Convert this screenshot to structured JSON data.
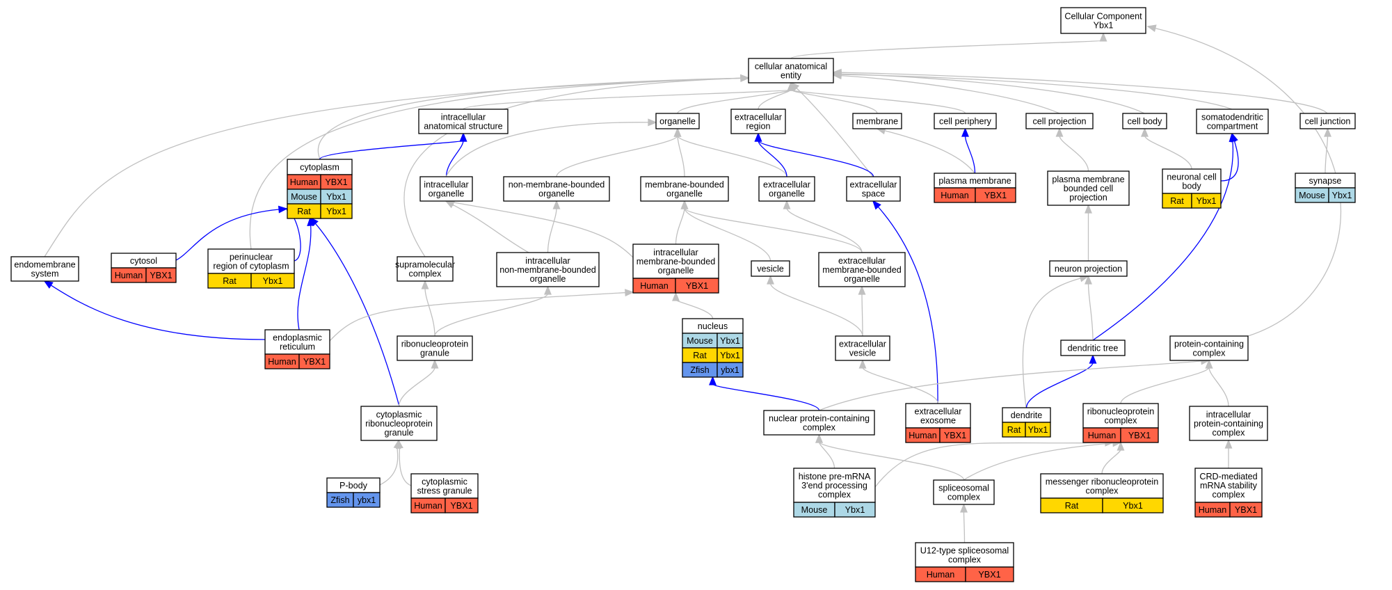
{
  "colors": {
    "Human": "#ff6347",
    "Mouse": "#add8e6",
    "Rat": "#ffd700",
    "Zfish": "#6495ed",
    "edge_default": "#c0c0c0",
    "edge_highlight": "#0000ff"
  },
  "nodes": [
    {
      "id": "cc",
      "lines": [
        "Cellular Component",
        "Ybx1"
      ],
      "tags": []
    },
    {
      "id": "cae",
      "lines": [
        "cellular anatomical",
        "entity"
      ],
      "tags": []
    },
    {
      "id": "ias",
      "lines": [
        "intracellular",
        "anatomical structure"
      ],
      "tags": []
    },
    {
      "id": "organelle",
      "lines": [
        "organelle"
      ],
      "tags": []
    },
    {
      "id": "extreg",
      "lines": [
        "extracellular",
        "region"
      ],
      "tags": []
    },
    {
      "id": "membrane",
      "lines": [
        "membrane"
      ],
      "tags": []
    },
    {
      "id": "cellper",
      "lines": [
        "cell periphery"
      ],
      "tags": []
    },
    {
      "id": "cellproj",
      "lines": [
        "cell projection"
      ],
      "tags": []
    },
    {
      "id": "cellbody",
      "lines": [
        "cell body"
      ],
      "tags": []
    },
    {
      "id": "somato",
      "lines": [
        "somatodendritic",
        "compartment"
      ],
      "tags": []
    },
    {
      "id": "celljunc",
      "lines": [
        "cell junction"
      ],
      "tags": []
    },
    {
      "id": "cytoplasm",
      "lines": [
        "cytoplasm"
      ],
      "tags": [
        [
          "Human",
          "YBX1"
        ],
        [
          "Mouse",
          "Ybx1"
        ],
        [
          "Rat",
          "Ybx1"
        ]
      ]
    },
    {
      "id": "intorg",
      "lines": [
        "intracellular",
        "organelle"
      ],
      "tags": []
    },
    {
      "id": "nmbo",
      "lines": [
        "non-membrane-bounded",
        "organelle"
      ],
      "tags": []
    },
    {
      "id": "mbo",
      "lines": [
        "membrane-bounded",
        "organelle"
      ],
      "tags": []
    },
    {
      "id": "extorg",
      "lines": [
        "extracellular",
        "organelle"
      ],
      "tags": []
    },
    {
      "id": "extspace",
      "lines": [
        "extracellular",
        "space"
      ],
      "tags": []
    },
    {
      "id": "plasmem",
      "lines": [
        "plasma membrane"
      ],
      "tags": [
        [
          "Human",
          "YBX1"
        ]
      ]
    },
    {
      "id": "pmbcp",
      "lines": [
        "plasma membrane",
        "bounded cell",
        "projection"
      ],
      "tags": []
    },
    {
      "id": "ncb",
      "lines": [
        "neuronal cell",
        "body"
      ],
      "tags": [
        [
          "Rat",
          "Ybx1"
        ]
      ]
    },
    {
      "id": "synapse",
      "lines": [
        "synapse"
      ],
      "tags": [
        [
          "Mouse",
          "Ybx1"
        ]
      ]
    },
    {
      "id": "endomem",
      "lines": [
        "endomembrane",
        "system"
      ],
      "tags": []
    },
    {
      "id": "cytosol",
      "lines": [
        "cytosol"
      ],
      "tags": [
        [
          "Human",
          "YBX1"
        ]
      ]
    },
    {
      "id": "perinuc",
      "lines": [
        "perinuclear",
        "region of cytoplasm"
      ],
      "tags": [
        [
          "Rat",
          "Ybx1"
        ]
      ]
    },
    {
      "id": "supramol",
      "lines": [
        "supramolecular",
        "complex"
      ],
      "tags": []
    },
    {
      "id": "inmbo",
      "lines": [
        "intracellular",
        "non-membrane-bounded",
        "organelle"
      ],
      "tags": []
    },
    {
      "id": "imbo",
      "lines": [
        "intracellular",
        "membrane-bounded",
        "organelle"
      ],
      "tags": [
        [
          "Human",
          "YBX1"
        ]
      ]
    },
    {
      "id": "vesicle",
      "lines": [
        "vesicle"
      ],
      "tags": []
    },
    {
      "id": "embo",
      "lines": [
        "extracellular",
        "membrane-bounded",
        "organelle"
      ],
      "tags": []
    },
    {
      "id": "neuproj",
      "lines": [
        "neuron projection"
      ],
      "tags": []
    },
    {
      "id": "er",
      "lines": [
        "endoplasmic",
        "reticulum"
      ],
      "tags": [
        [
          "Human",
          "YBX1"
        ]
      ]
    },
    {
      "id": "rnpgran",
      "lines": [
        "ribonucleoprotein",
        "granule"
      ],
      "tags": []
    },
    {
      "id": "nucleus",
      "lines": [
        "nucleus"
      ],
      "tags": [
        [
          "Mouse",
          "Ybx1"
        ],
        [
          "Rat",
          "Ybx1"
        ],
        [
          "Zfish",
          "ybx1"
        ]
      ]
    },
    {
      "id": "extves",
      "lines": [
        "extracellular",
        "vesicle"
      ],
      "tags": []
    },
    {
      "id": "dentree",
      "lines": [
        "dendritic tree"
      ],
      "tags": []
    },
    {
      "id": "pcc",
      "lines": [
        "protein-containing",
        "complex"
      ],
      "tags": []
    },
    {
      "id": "crnpg",
      "lines": [
        "cytoplasmic",
        "ribonucleoprotein",
        "granule"
      ],
      "tags": []
    },
    {
      "id": "npcc",
      "lines": [
        "nuclear protein-containing",
        "complex"
      ],
      "tags": []
    },
    {
      "id": "exosome",
      "lines": [
        "extracellular",
        "exosome"
      ],
      "tags": [
        [
          "Human",
          "YBX1"
        ]
      ]
    },
    {
      "id": "dendrite",
      "lines": [
        "dendrite"
      ],
      "tags": [
        [
          "Rat",
          "Ybx1"
        ]
      ]
    },
    {
      "id": "rnpc",
      "lines": [
        "ribonucleoprotein",
        "complex"
      ],
      "tags": [
        [
          "Human",
          "YBX1"
        ]
      ]
    },
    {
      "id": "ipcc",
      "lines": [
        "intracellular",
        "protein-containing",
        "complex"
      ],
      "tags": []
    },
    {
      "id": "pbody",
      "lines": [
        "P-body"
      ],
      "tags": [
        [
          "Zfish",
          "ybx1"
        ]
      ]
    },
    {
      "id": "csg",
      "lines": [
        "cytoplasmic",
        "stress granule"
      ],
      "tags": [
        [
          "Human",
          "YBX1"
        ]
      ]
    },
    {
      "id": "histone",
      "lines": [
        "histone pre-mRNA",
        "3'end processing",
        "complex"
      ],
      "tags": [
        [
          "Mouse",
          "Ybx1"
        ]
      ]
    },
    {
      "id": "spliceo",
      "lines": [
        "spliceosomal",
        "complex"
      ],
      "tags": []
    },
    {
      "id": "mrnp",
      "lines": [
        "messenger ribonucleoprotein",
        "complex"
      ],
      "tags": [
        [
          "Rat",
          "Ybx1"
        ]
      ]
    },
    {
      "id": "crd",
      "lines": [
        "CRD-mediated",
        "mRNA stability",
        "complex"
      ],
      "tags": [
        [
          "Human",
          "YBX1"
        ]
      ]
    },
    {
      "id": "u12",
      "lines": [
        "U12-type spliceosomal",
        "complex"
      ],
      "tags": [
        [
          "Human",
          "YBX1"
        ]
      ]
    }
  ],
  "edges": [
    {
      "from": "cae",
      "to": "cc",
      "highlight": false
    },
    {
      "from": "pcc",
      "to": "cc",
      "highlight": false
    },
    {
      "from": "ias",
      "to": "cae",
      "highlight": false
    },
    {
      "from": "organelle",
      "to": "cae",
      "highlight": false
    },
    {
      "from": "extreg",
      "to": "cae",
      "highlight": false
    },
    {
      "from": "membrane",
      "to": "cae",
      "highlight": false
    },
    {
      "from": "cellper",
      "to": "cae",
      "highlight": false
    },
    {
      "from": "cellproj",
      "to": "cae",
      "highlight": false
    },
    {
      "from": "cellbody",
      "to": "cae",
      "highlight": false
    },
    {
      "from": "somato",
      "to": "cae",
      "highlight": false
    },
    {
      "from": "celljunc",
      "to": "cae",
      "highlight": false
    },
    {
      "from": "cytoplasm",
      "to": "cae",
      "highlight": false
    },
    {
      "from": "endomem",
      "to": "cae",
      "highlight": false
    },
    {
      "from": "perinuc",
      "to": "cae",
      "highlight": false
    },
    {
      "from": "supramol",
      "to": "cae",
      "highlight": false
    },
    {
      "from": "extspace",
      "to": "cae",
      "highlight": false
    },
    {
      "from": "cytoplasm",
      "to": "ias",
      "highlight": true
    },
    {
      "from": "intorg",
      "to": "ias",
      "highlight": true
    },
    {
      "from": "intorg",
      "to": "organelle",
      "highlight": false
    },
    {
      "from": "nmbo",
      "to": "organelle",
      "highlight": false
    },
    {
      "from": "mbo",
      "to": "organelle",
      "highlight": false
    },
    {
      "from": "extorg",
      "to": "organelle",
      "highlight": false
    },
    {
      "from": "extorg",
      "to": "extreg",
      "highlight": true
    },
    {
      "from": "extspace",
      "to": "extreg",
      "highlight": true
    },
    {
      "from": "plasmem",
      "to": "membrane",
      "highlight": false
    },
    {
      "from": "plasmem",
      "to": "cellper",
      "highlight": true
    },
    {
      "from": "pmbcp",
      "to": "cellproj",
      "highlight": false
    },
    {
      "from": "ncb",
      "to": "cellbody",
      "highlight": false
    },
    {
      "from": "ncb",
      "to": "somato",
      "highlight": true
    },
    {
      "from": "dentree",
      "to": "somato",
      "highlight": true
    },
    {
      "from": "synapse",
      "to": "celljunc",
      "highlight": false
    },
    {
      "from": "cytosol",
      "to": "cytoplasm",
      "highlight": true
    },
    {
      "from": "perinuc",
      "to": "cytoplasm",
      "highlight": true
    },
    {
      "from": "er",
      "to": "cytoplasm",
      "highlight": true
    },
    {
      "from": "crnpg",
      "to": "cytoplasm",
      "highlight": true
    },
    {
      "from": "er",
      "to": "endomem",
      "highlight": true
    },
    {
      "from": "er",
      "to": "imbo",
      "highlight": false
    },
    {
      "from": "inmbo",
      "to": "intorg",
      "highlight": false
    },
    {
      "from": "imbo",
      "to": "intorg",
      "highlight": false
    },
    {
      "from": "inmbo",
      "to": "nmbo",
      "highlight": false
    },
    {
      "from": "imbo",
      "to": "mbo",
      "highlight": false
    },
    {
      "from": "vesicle",
      "to": "mbo",
      "highlight": false
    },
    {
      "from": "embo",
      "to": "mbo",
      "highlight": false
    },
    {
      "from": "embo",
      "to": "extorg",
      "highlight": false
    },
    {
      "from": "exosome",
      "to": "extspace",
      "highlight": true
    },
    {
      "from": "neuproj",
      "to": "pmbcp",
      "highlight": false
    },
    {
      "from": "dentree",
      "to": "neuproj",
      "highlight": false
    },
    {
      "from": "dendrite",
      "to": "neuproj",
      "highlight": false
    },
    {
      "from": "rnpgran",
      "to": "supramol",
      "highlight": false
    },
    {
      "from": "rnpgran",
      "to": "inmbo",
      "highlight": false
    },
    {
      "from": "nucleus",
      "to": "imbo",
      "highlight": false
    },
    {
      "from": "extves",
      "to": "vesicle",
      "highlight": false
    },
    {
      "from": "extves",
      "to": "embo",
      "highlight": false
    },
    {
      "from": "exosome",
      "to": "extves",
      "highlight": false
    },
    {
      "from": "dendrite",
      "to": "dentree",
      "highlight": true
    },
    {
      "from": "npcc",
      "to": "nucleus",
      "highlight": true
    },
    {
      "from": "npcc",
      "to": "pcc",
      "highlight": false
    },
    {
      "from": "rnpc",
      "to": "pcc",
      "highlight": false
    },
    {
      "from": "ipcc",
      "to": "pcc",
      "highlight": false
    },
    {
      "from": "crnpg",
      "to": "rnpgran",
      "highlight": false
    },
    {
      "from": "pbody",
      "to": "crnpg",
      "highlight": false
    },
    {
      "from": "csg",
      "to": "crnpg",
      "highlight": false
    },
    {
      "from": "histone",
      "to": "npcc",
      "highlight": false
    },
    {
      "from": "histone",
      "to": "rnpc",
      "highlight": false
    },
    {
      "from": "spliceo",
      "to": "npcc",
      "highlight": false
    },
    {
      "from": "spliceo",
      "to": "rnpc",
      "highlight": false
    },
    {
      "from": "mrnp",
      "to": "rnpc",
      "highlight": false
    },
    {
      "from": "crd",
      "to": "ipcc",
      "highlight": false
    },
    {
      "from": "u12",
      "to": "spliceo",
      "highlight": false
    }
  ]
}
